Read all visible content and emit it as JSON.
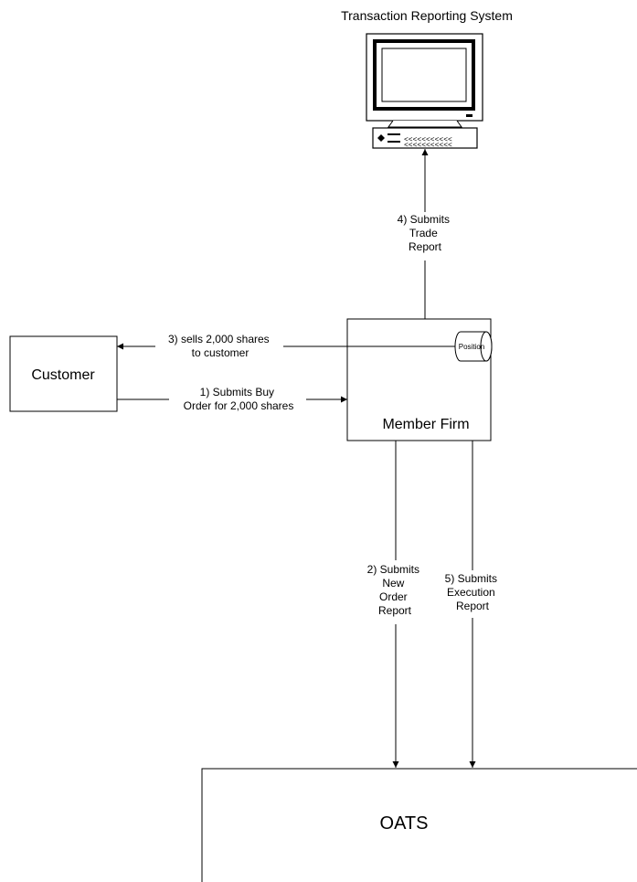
{
  "system": {
    "title": "Transaction Reporting System"
  },
  "nodes": {
    "customer": "Customer",
    "member_firm": "Member Firm",
    "position": "Position",
    "oats": "OATS"
  },
  "flows": {
    "step1": [
      "1) Submits Buy",
      "Order for 2,000 shares"
    ],
    "step2": [
      "2) Submits",
      "New",
      "Order",
      "Report"
    ],
    "step3": [
      "3) sells 2,000 shares",
      "to customer"
    ],
    "step4": [
      "4) Submits",
      "Trade",
      "Report"
    ],
    "step5": [
      "5) Submits",
      "Execution",
      "Report"
    ]
  }
}
